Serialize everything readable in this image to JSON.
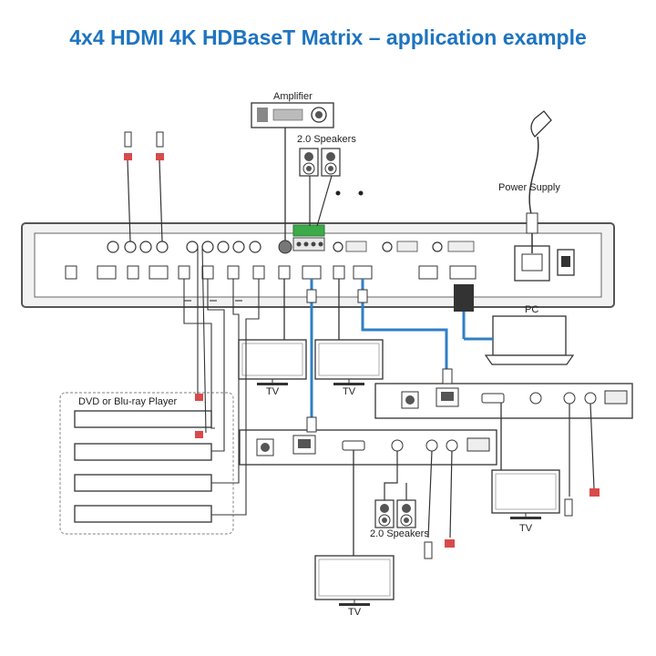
{
  "title": "4x4 HDMI 4K HDBaseT Matrix – application example",
  "labels": {
    "amplifier": "Amplifier",
    "speakers_top": "2.0 Speakers",
    "power_supply": "Power Supply",
    "pc": "PC",
    "tv_1": "TV",
    "tv_2": "TV",
    "tv_3": "TV",
    "tv_4": "TV",
    "dvd_player": "DVD or Blu-ray Player",
    "speakers_bottom": "2.0 Speakers"
  },
  "colors": {
    "title": "#1e74c0",
    "hdbaset_cable": "#2f7fc4",
    "ir_emitter": "#d94a4a",
    "terminal_green": "#3daa4a"
  }
}
